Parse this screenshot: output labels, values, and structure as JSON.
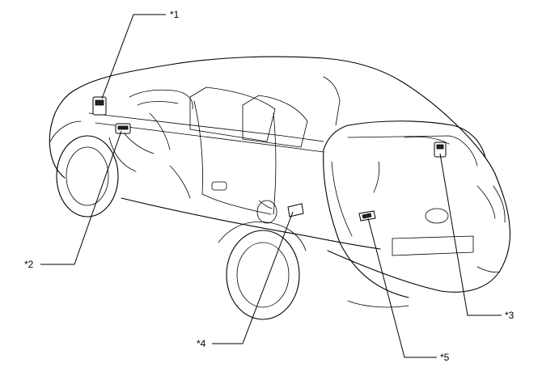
{
  "callouts": [
    {
      "id": "c1",
      "label": "*1"
    },
    {
      "id": "c2",
      "label": "*2"
    },
    {
      "id": "c3",
      "label": "*3"
    },
    {
      "id": "c4",
      "label": "*4"
    },
    {
      "id": "c5",
      "label": "*5"
    }
  ]
}
